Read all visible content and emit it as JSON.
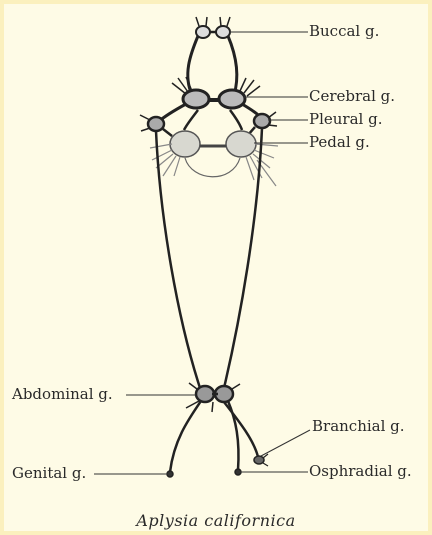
{
  "labels": {
    "buccal": "Buccal g.",
    "cerebral": "Cerebral g.",
    "pleural": "Pleural g.",
    "pedal": "Pedal g.",
    "abdominal": "Abdominal g.",
    "branchial": "Branchial g.",
    "genital": "Genital g.",
    "osphradial": "Osphradial g."
  },
  "caption": "Aplysia californica",
  "colors": {
    "background": "#fefbe6",
    "ink": "#2a2a2a"
  }
}
